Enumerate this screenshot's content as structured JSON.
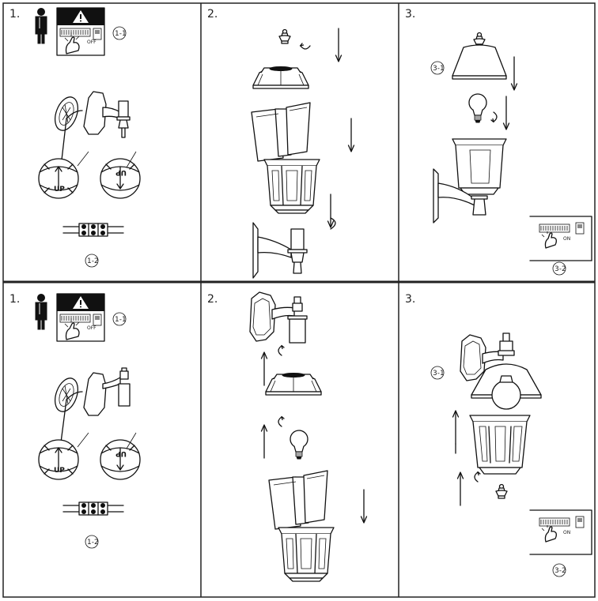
{
  "rows": [
    {
      "steps": [
        {
          "number": "1.",
          "labels": [
            "1-1",
            "1-2"
          ],
          "up_mark": "UP"
        },
        {
          "number": "2."
        },
        {
          "number": "3.",
          "labels": [
            "3-1",
            "3-2"
          ],
          "switch_on": "ON"
        }
      ]
    },
    {
      "steps": [
        {
          "number": "1.",
          "labels": [
            "1-1",
            "1-2"
          ],
          "up_mark": "UP"
        },
        {
          "number": "2."
        },
        {
          "number": "3.",
          "labels": [
            "3-1",
            "3-2"
          ],
          "switch_on": "ON"
        }
      ]
    }
  ],
  "colors": {
    "ink": "#111111",
    "frame": "#222222",
    "warning_panel": "#111111"
  },
  "icons": [
    "person-icon",
    "warning-triangle-icon",
    "fuse-box-icon",
    "circular-arrow-icon",
    "down-arrow-icon",
    "up-arrow-icon",
    "hand-pointer-icon"
  ]
}
